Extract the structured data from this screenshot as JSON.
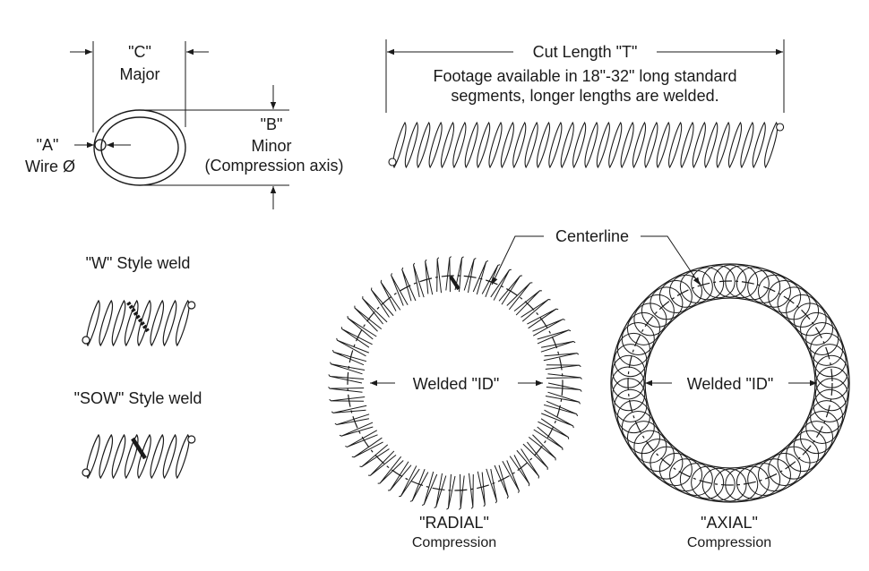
{
  "cross_section": {
    "c_label": "\"C\"",
    "c_sub": "Major",
    "b_label": "\"B\"",
    "b_sub1": "Minor",
    "b_sub2": "(Compression axis)",
    "a_label": "\"A\"",
    "a_sub": "Wire Ø"
  },
  "cut_length": {
    "label": "Cut Length \"T\"",
    "note_line1": "Footage available in 18\"-32\" long standard",
    "note_line2": "segments, longer lengths are welded."
  },
  "welds": {
    "w_style": "\"W\" Style weld",
    "sow_style": "\"SOW\" Style weld"
  },
  "rings": {
    "centerline": "Centerline",
    "radial_id": "Welded \"ID\"",
    "axial_id": "Welded \"ID\"",
    "radial_title": "\"RADIAL\"",
    "radial_sub": "Compression",
    "axial_title": "\"AXIAL\"",
    "axial_sub": "Compression"
  }
}
